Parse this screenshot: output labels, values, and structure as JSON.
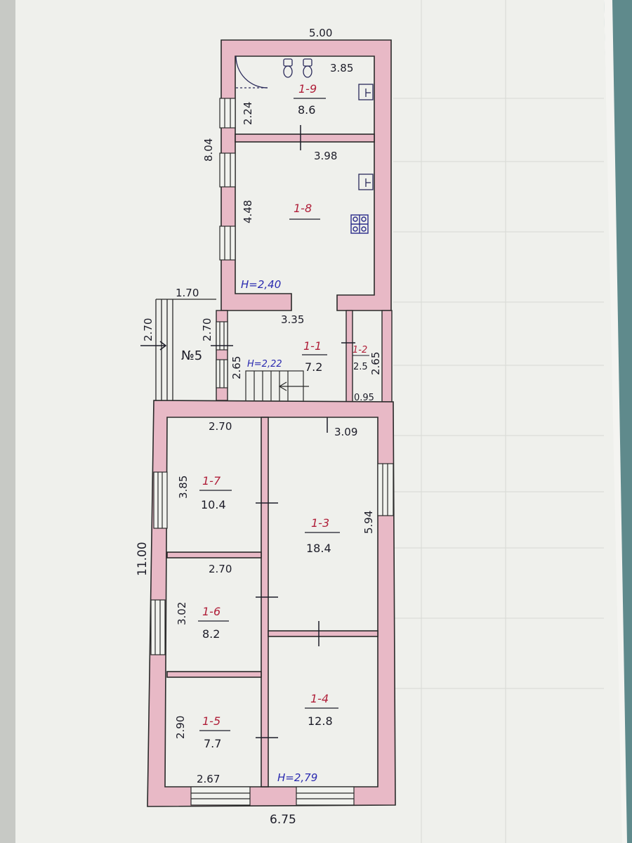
{
  "plan": {
    "dimensions": {
      "top_width": "5.00",
      "annex_height": "8.04",
      "room19_inner_width": "3.85",
      "room19_height": "2.24",
      "room18_width": "3.98",
      "room18_height": "4.48",
      "hall_width": "3.35",
      "porch_width": "1.70",
      "porch_height": "2.70",
      "hall_side_height": "2.70",
      "stair_height": "2.65",
      "closet_height": "2.65",
      "closet_width": "0.95",
      "room17_width": "2.70",
      "room13_width": "3.09",
      "room17_height": "3.85",
      "room13_height": "5.94",
      "main_height": "11.00",
      "room16_width": "2.70",
      "room16_height": "3.02",
      "room15_height": "2.90",
      "room15_width": "2.67",
      "bottom_width": "6.75"
    },
    "ceiling_heights": {
      "annex": "H=2,40",
      "hall": "H=2,22",
      "main": "H=2,79"
    },
    "porch_label": "№5",
    "rooms": [
      {
        "id": "1-9",
        "area": "8.6"
      },
      {
        "id": "1-8",
        "area": ""
      },
      {
        "id": "1-1",
        "area": "7.2"
      },
      {
        "id": "1-2",
        "area": "2.5"
      },
      {
        "id": "1-7",
        "area": "10.4"
      },
      {
        "id": "1-3",
        "area": "18.4"
      },
      {
        "id": "1-6",
        "area": "8.2"
      },
      {
        "id": "1-4",
        "area": "12.8"
      },
      {
        "id": "1-5",
        "area": "7.7"
      }
    ]
  },
  "colors": {
    "wall_fill": "#e8b9c6",
    "wall_line": "#2a2a2a",
    "paper": "#f1f2ee",
    "room_id": "#b0203a",
    "ink": "#1c1c28"
  }
}
